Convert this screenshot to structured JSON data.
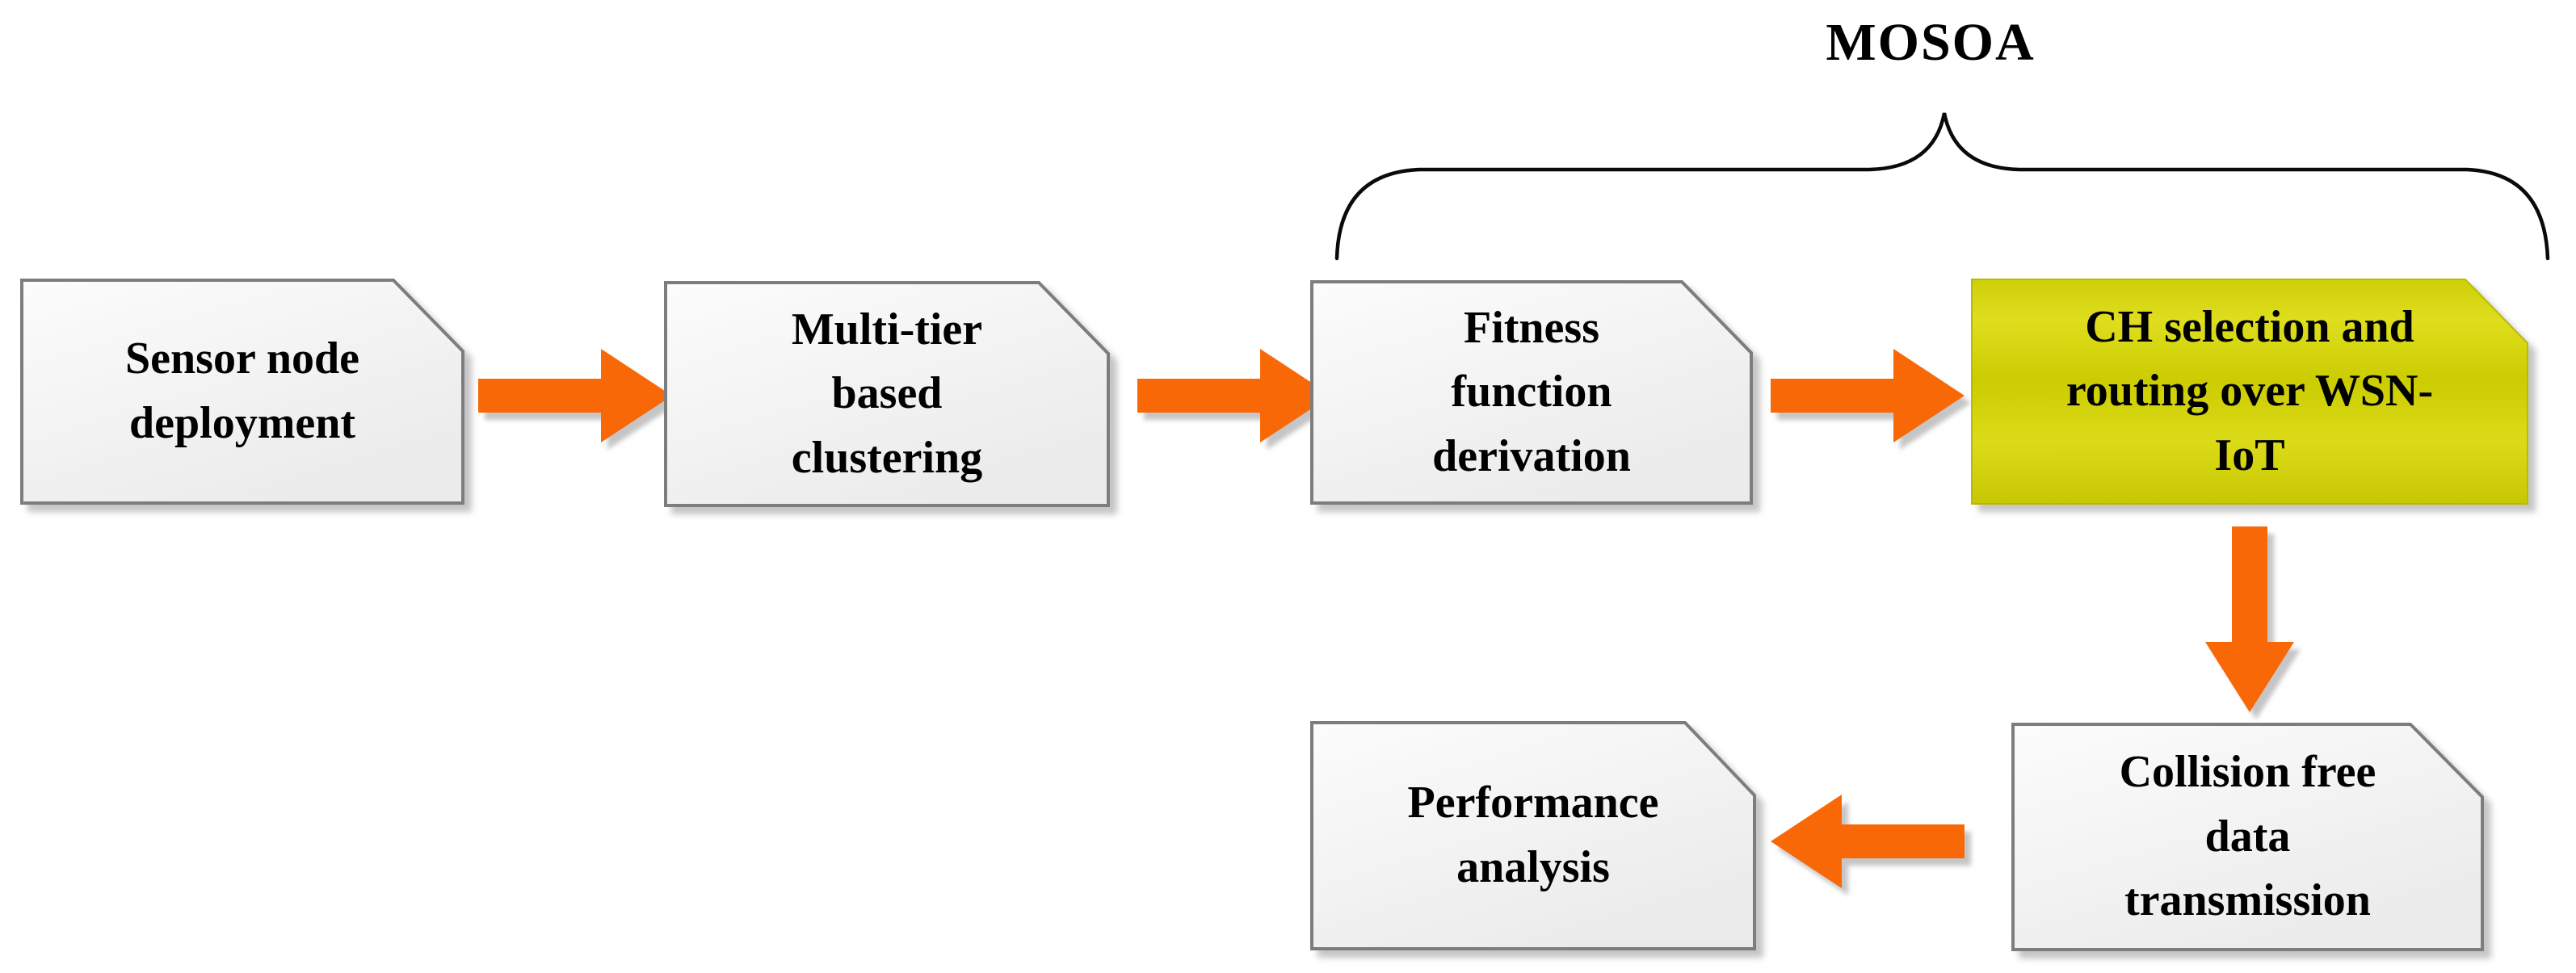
{
  "diagram": {
    "brace_label": "MOSOA",
    "nodes": [
      {
        "id": "sensor-node-deployment",
        "label": "Sensor node\ndeployment",
        "highlight": false
      },
      {
        "id": "multi-tier-clustering",
        "label": "Multi-tier\nbased\nclustering",
        "highlight": false
      },
      {
        "id": "fitness-function-derivation",
        "label": "Fitness\nfunction\nderivation",
        "highlight": false
      },
      {
        "id": "ch-selection-routing",
        "label": "CH selection and\nrouting over WSN-\nIoT",
        "highlight": true
      },
      {
        "id": "collision-free-transmission",
        "label": "Collision free\ndata\ntransmission",
        "highlight": false
      },
      {
        "id": "performance-analysis",
        "label": "Performance\nanalysis",
        "highlight": false
      }
    ],
    "edges": [
      {
        "from": "sensor-node-deployment",
        "to": "multi-tier-clustering",
        "direction": "right"
      },
      {
        "from": "multi-tier-clustering",
        "to": "fitness-function-derivation",
        "direction": "right"
      },
      {
        "from": "fitness-function-derivation",
        "to": "ch-selection-routing",
        "direction": "right"
      },
      {
        "from": "ch-selection-routing",
        "to": "collision-free-transmission",
        "direction": "down"
      },
      {
        "from": "collision-free-transmission",
        "to": "performance-analysis",
        "direction": "left"
      }
    ],
    "brace_spans": [
      "fitness-function-derivation",
      "ch-selection-routing"
    ],
    "colors": {
      "arrow": "#f86807",
      "highlight": "#d6d60e",
      "box_fill": "#f3f3f3",
      "box_border": "#7d7d7d",
      "text": "#000000"
    }
  }
}
